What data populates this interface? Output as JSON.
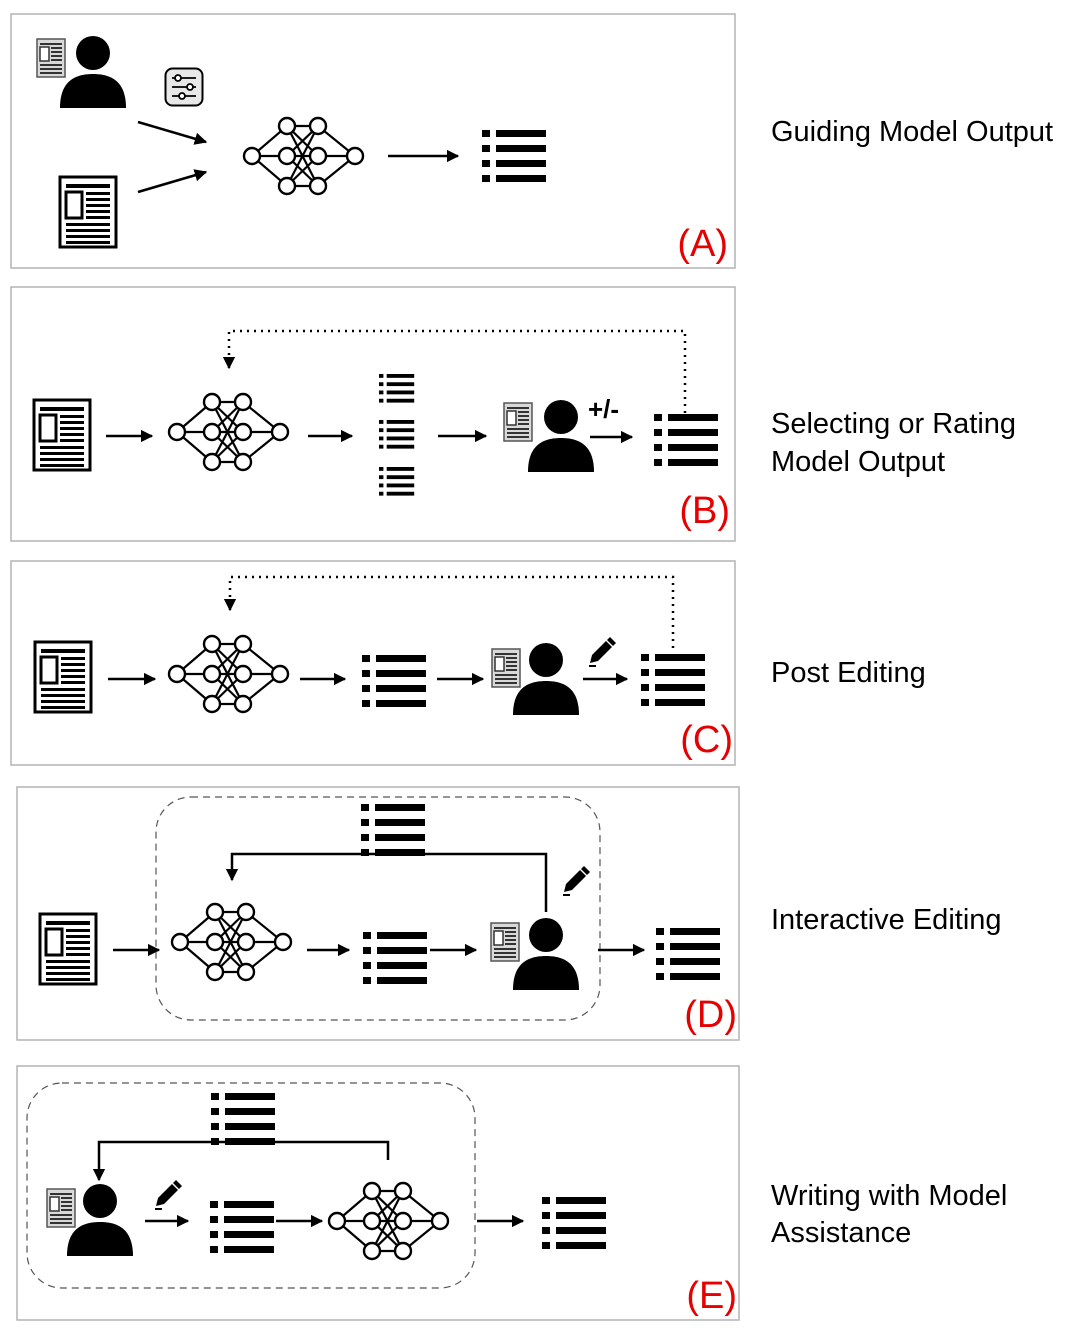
{
  "panels": [
    {
      "id": "A",
      "badge": "(A)",
      "caption_lines": [
        "Guiding Model Output"
      ]
    },
    {
      "id": "B",
      "badge": "(B)",
      "caption_lines": [
        "Selecting or Rating",
        "Model Output"
      ],
      "feedback_label": "+/-"
    },
    {
      "id": "C",
      "badge": "(C)",
      "caption_lines": [
        "Post Editing"
      ]
    },
    {
      "id": "D",
      "badge": "(D)",
      "caption_lines": [
        "Interactive Editing"
      ]
    },
    {
      "id": "E",
      "badge": "(E)",
      "caption_lines": [
        "Writing with Model",
        "Assistance"
      ]
    }
  ],
  "colors": {
    "badge": "#e60000",
    "border": "#b3b3b3",
    "icon": "#000000",
    "doc_thumb": "#d9d9d9"
  },
  "icons": [
    "document-icon",
    "person-icon",
    "neural-network-icon",
    "list-icon",
    "settings-sliders-icon",
    "pencil-icon"
  ]
}
